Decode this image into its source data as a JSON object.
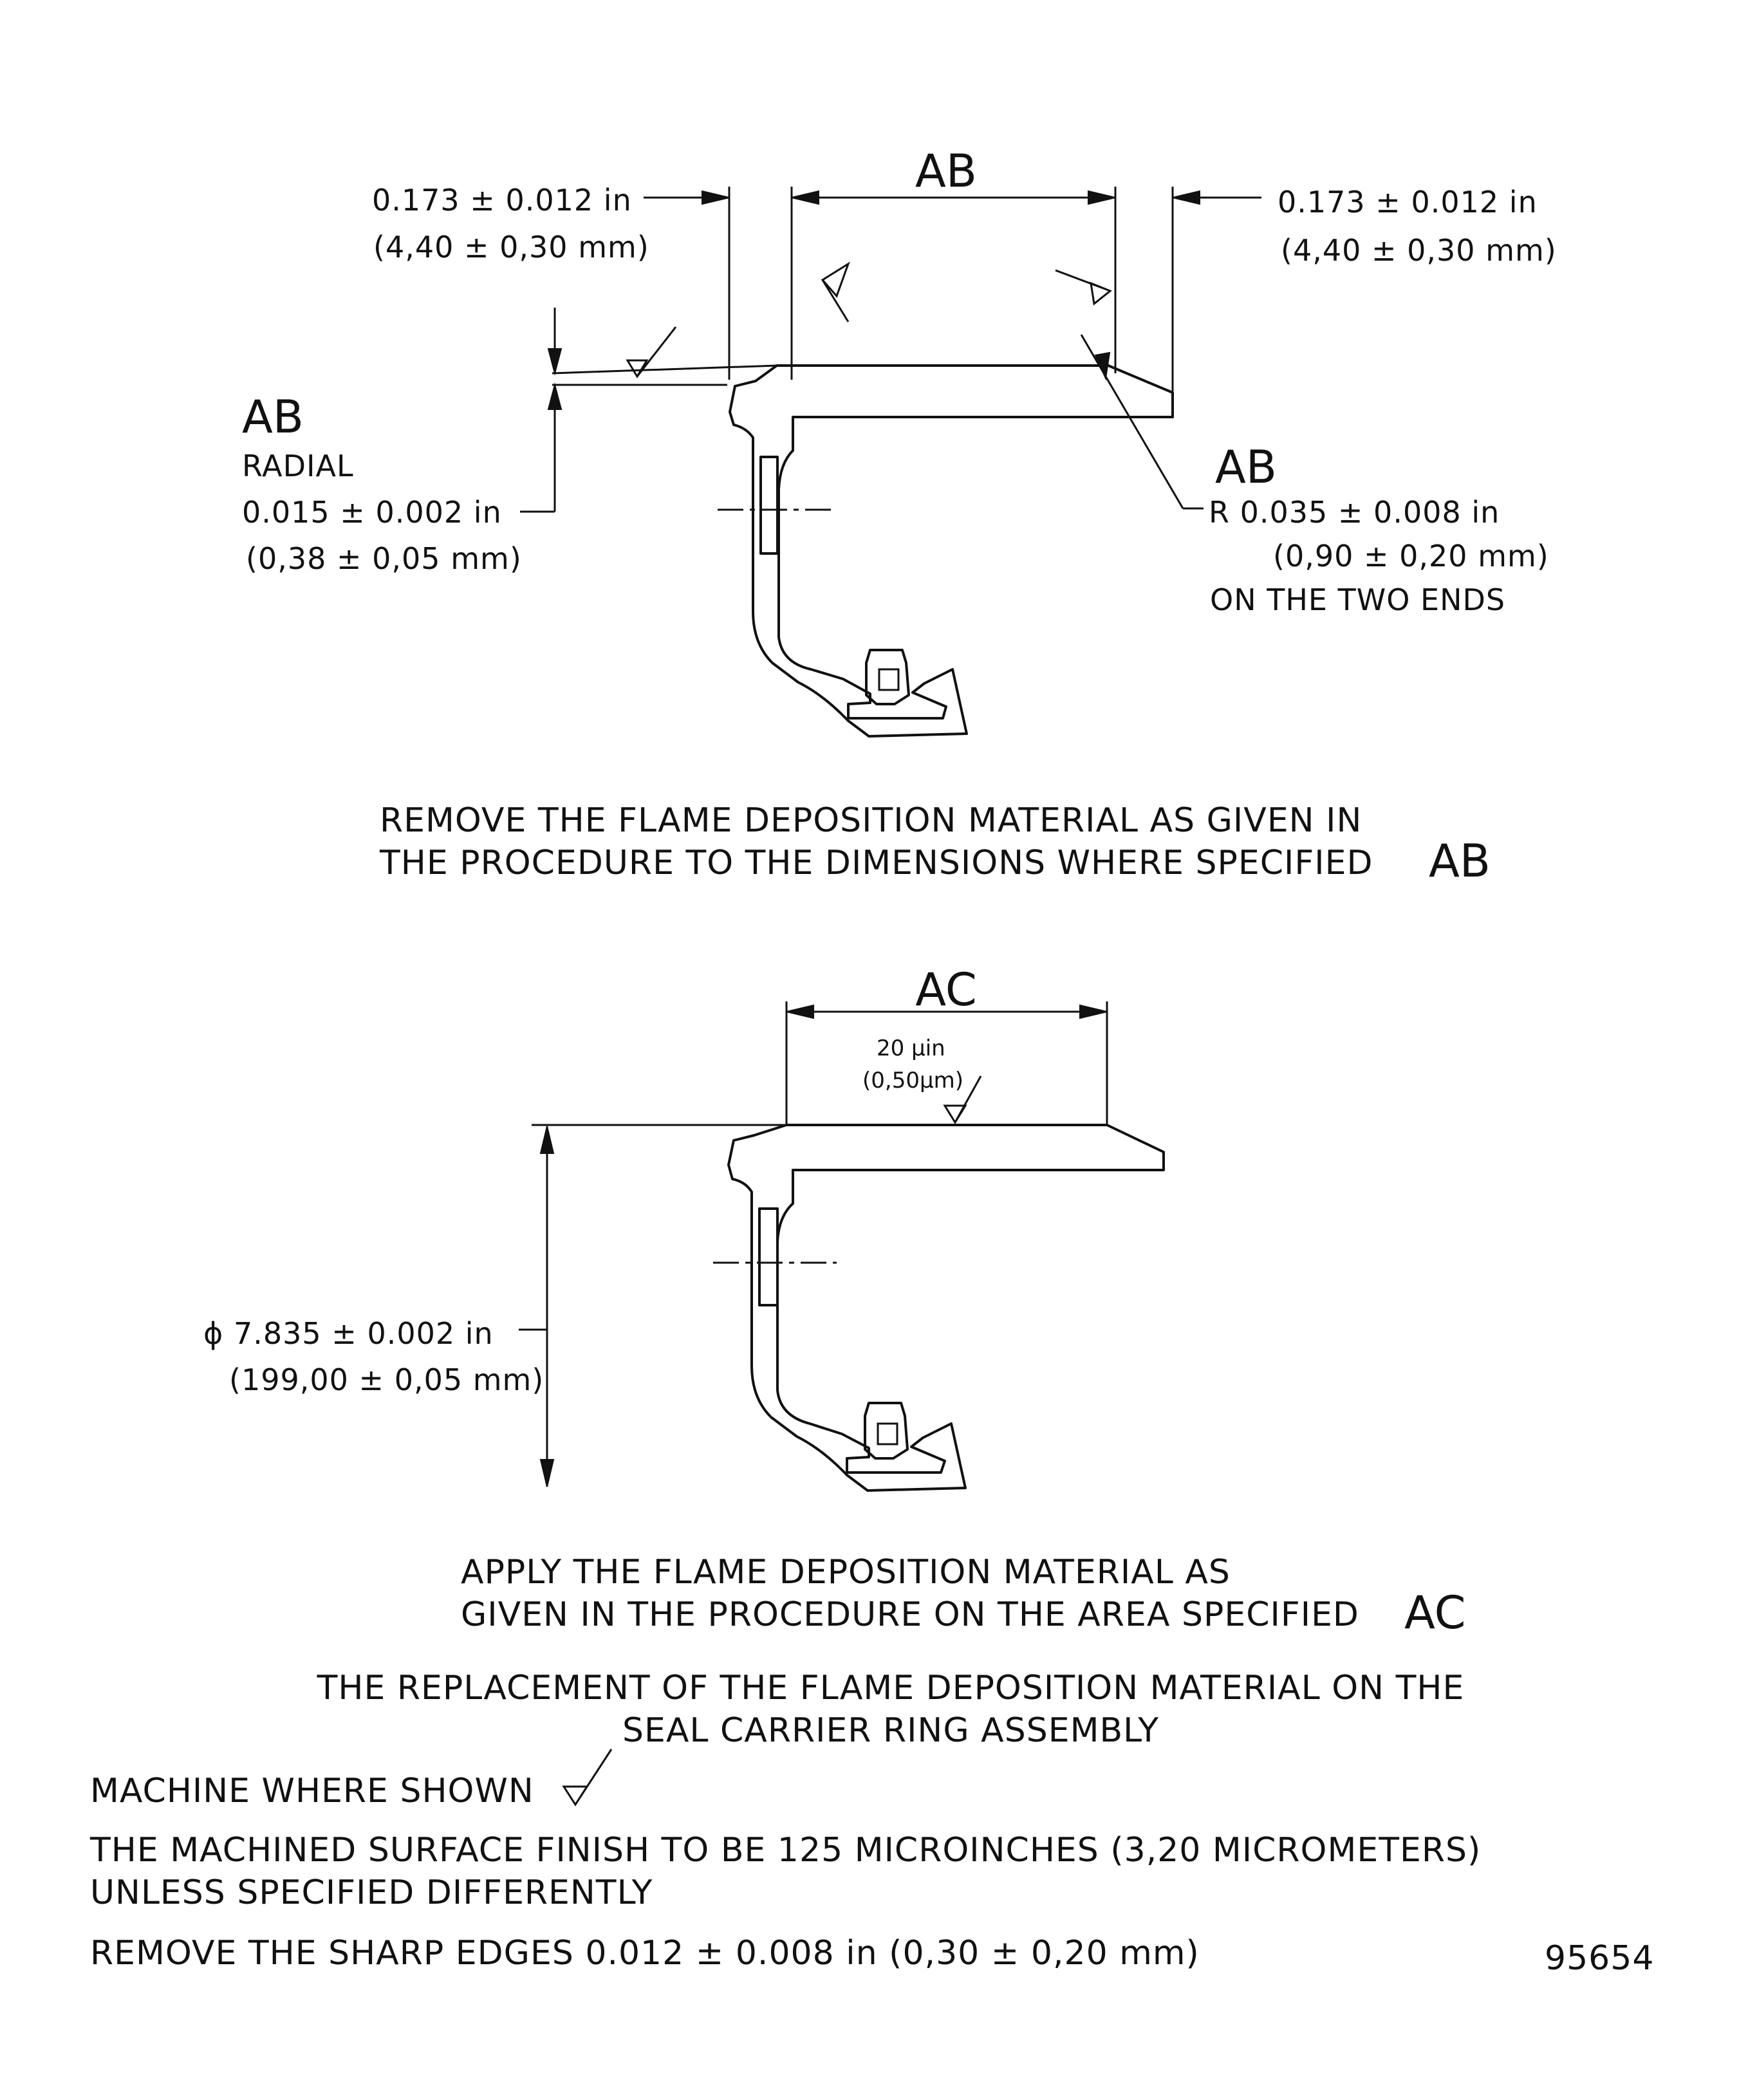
{
  "drawing_id": "95654",
  "top_view": {
    "ref_label": "AB",
    "left_dim": {
      "inch": "0.173 ± 0.012 in",
      "mm": "(4,40 ± 0,30 mm)"
    },
    "right_dim": {
      "inch": "0.173 ± 0.012 in",
      "mm": "(4,40 ± 0,30 mm)"
    },
    "radial": {
      "ref": "AB",
      "label": "RADIAL",
      "inch": "0.015 ± 0.002 in",
      "mm": "(0,38 ± 0,05 mm)"
    },
    "radius": {
      "ref": "AB",
      "inch": "R 0.035 ± 0.008 in",
      "mm": "(0,90 ± 0,20 mm)",
      "note": "ON THE TWO ENDS"
    },
    "caption_line1": "REMOVE THE FLAME DEPOSITION MATERIAL AS GIVEN IN",
    "caption_line2": "THE PROCEDURE TO THE DIMENSIONS WHERE SPECIFIED",
    "caption_ref": "AB"
  },
  "bottom_view": {
    "ref_label": "AC",
    "finish_inch": "20 µin",
    "finish_mm": "(0,50µm)",
    "diameter_inch": "ϕ 7.835 ± 0.002 in",
    "diameter_mm": "(199,00 ± 0,05 mm)",
    "caption_line1": "APPLY THE FLAME DEPOSITION MATERIAL AS",
    "caption_line2": "GIVEN IN THE PROCEDURE ON THE AREA SPECIFIED",
    "caption_ref": "AC"
  },
  "title_line1": "THE REPLACEMENT OF THE FLAME DEPOSITION MATERIAL ON THE",
  "title_line2": "SEAL CARRIER RING ASSEMBLY",
  "notes": {
    "machine": "MACHINE WHERE SHOWN",
    "finish_line1": "THE MACHINED SURFACE FINISH TO BE 125 MICROINCHES (3,20 MICROMETERS)",
    "finish_line2": "UNLESS SPECIFIED DIFFERENTLY",
    "sharp_edges": "REMOVE THE SHARP EDGES 0.012 ± 0.008 in (0,30 ± 0,20 mm)"
  }
}
